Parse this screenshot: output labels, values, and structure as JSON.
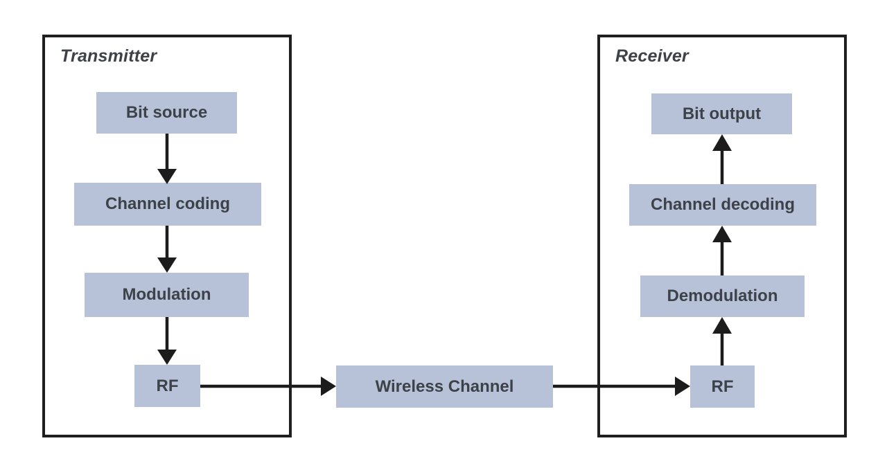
{
  "colors": {
    "background": "#ffffff",
    "node_fill": "#b7c1d8",
    "node_text": "#3d4248",
    "group_outline": "#1f1f1f",
    "arrow": "#1c1c1c"
  },
  "transmitter": {
    "title": "Transmitter",
    "nodes": [
      {
        "id": "bit-source",
        "label": "Bit source"
      },
      {
        "id": "channel-coding",
        "label": "Channel coding"
      },
      {
        "id": "modulation",
        "label": "Modulation"
      },
      {
        "id": "rf-tx",
        "label": "RF"
      }
    ]
  },
  "channel": {
    "label": "Wireless Channel"
  },
  "receiver": {
    "title": "Receiver",
    "nodes": [
      {
        "id": "bit-output",
        "label": "Bit output"
      },
      {
        "id": "channel-decoding",
        "label": "Channel decoding"
      },
      {
        "id": "demodulation",
        "label": "Demodulation"
      },
      {
        "id": "rf-rx",
        "label": "RF"
      }
    ]
  },
  "flow": {
    "edges": [
      {
        "from": "Bit source",
        "to": "Channel coding"
      },
      {
        "from": "Channel coding",
        "to": "Modulation"
      },
      {
        "from": "Modulation",
        "to": "RF (transmitter)"
      },
      {
        "from": "RF (transmitter)",
        "to": "Wireless Channel"
      },
      {
        "from": "Wireless Channel",
        "to": "RF (receiver)"
      },
      {
        "from": "RF (receiver)",
        "to": "Demodulation"
      },
      {
        "from": "Demodulation",
        "to": "Channel decoding"
      },
      {
        "from": "Channel decoding",
        "to": "Bit output"
      }
    ]
  }
}
